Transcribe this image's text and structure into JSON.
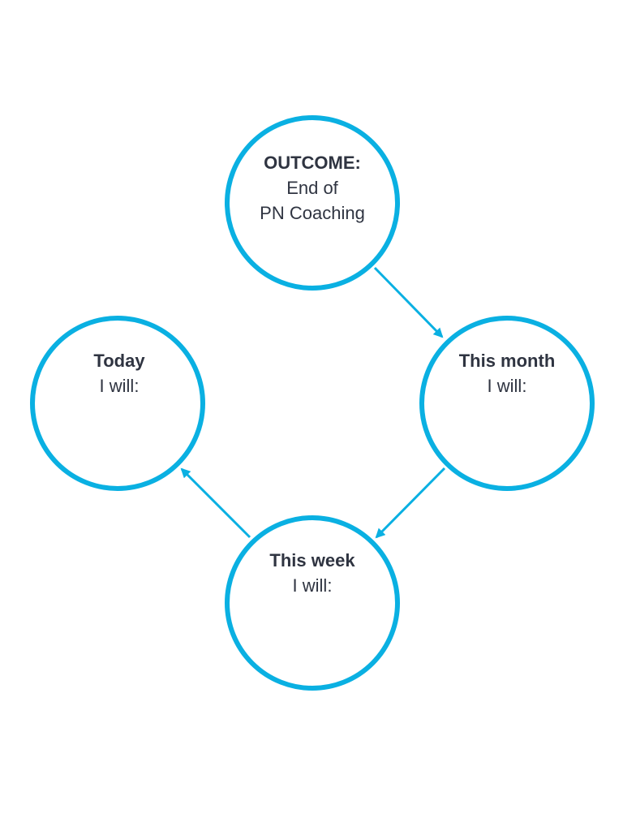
{
  "colors": {
    "accent": "#0ab0e2",
    "text": "#2f3441"
  },
  "nodes": {
    "outcome": {
      "title": "OUTCOME:",
      "line1": "End of",
      "line2": "PN Coaching"
    },
    "month": {
      "title": "This month",
      "line1": "I will:"
    },
    "week": {
      "title": "This week",
      "line1": "I will:"
    },
    "today": {
      "title": "Today",
      "line1": "I will:"
    }
  }
}
